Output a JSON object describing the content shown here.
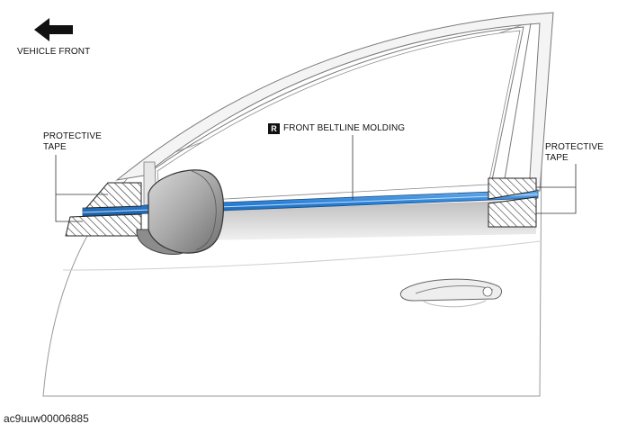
{
  "labels": {
    "vehicle_front": "VEHICLE FRONT",
    "protective_tape_left_line1": "PROTECTIVE",
    "protective_tape_left_line2": "TAPE",
    "protective_tape_right_line1": "PROTECTIVE",
    "protective_tape_right_line2": "TAPE",
    "molding_badge": "R",
    "molding_name": "FRONT BELTLINE MOLDING"
  },
  "image_id": "ac9uuw00006885",
  "colors": {
    "molding_highlight": "#2a7fd4",
    "hatch": "#333333",
    "outline": "#555555"
  },
  "icons": {
    "direction": "arrow-left-icon"
  }
}
